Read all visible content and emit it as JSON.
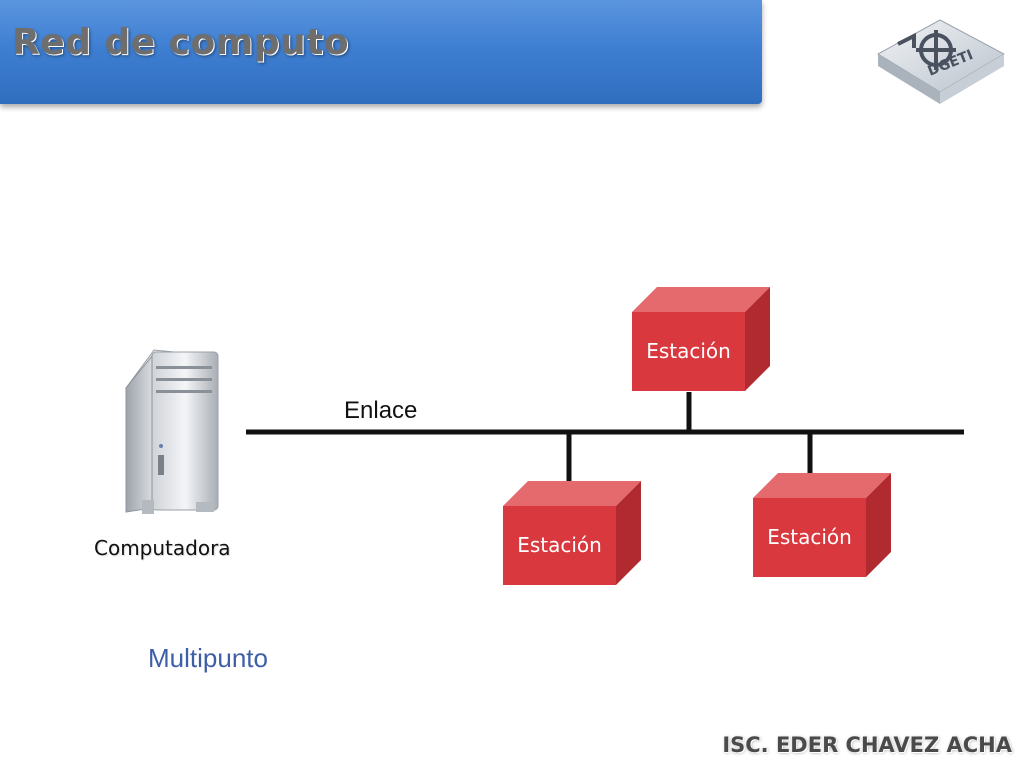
{
  "slide": {
    "title": "Red de computo",
    "logo_text": "DGETI",
    "footer": "ISC. EDER CHAVEZ ACHA"
  },
  "diagram": {
    "link_label": "Enlace",
    "computer_label": "Computadora",
    "topology_label": "Multipunto",
    "stations": [
      {
        "label": "Estación"
      },
      {
        "label": "Estación"
      },
      {
        "label": "Estación"
      }
    ]
  },
  "colors": {
    "banner": "#3f7fd2",
    "station_front": "#d9383e",
    "station_top": "#e46a6e",
    "station_side": "#b02a2f",
    "bus_line": "#111111",
    "topology_text": "#3d5fa8"
  },
  "icons": {
    "computer": "tower-computer-icon",
    "logo": "dgeti-logo-icon"
  }
}
